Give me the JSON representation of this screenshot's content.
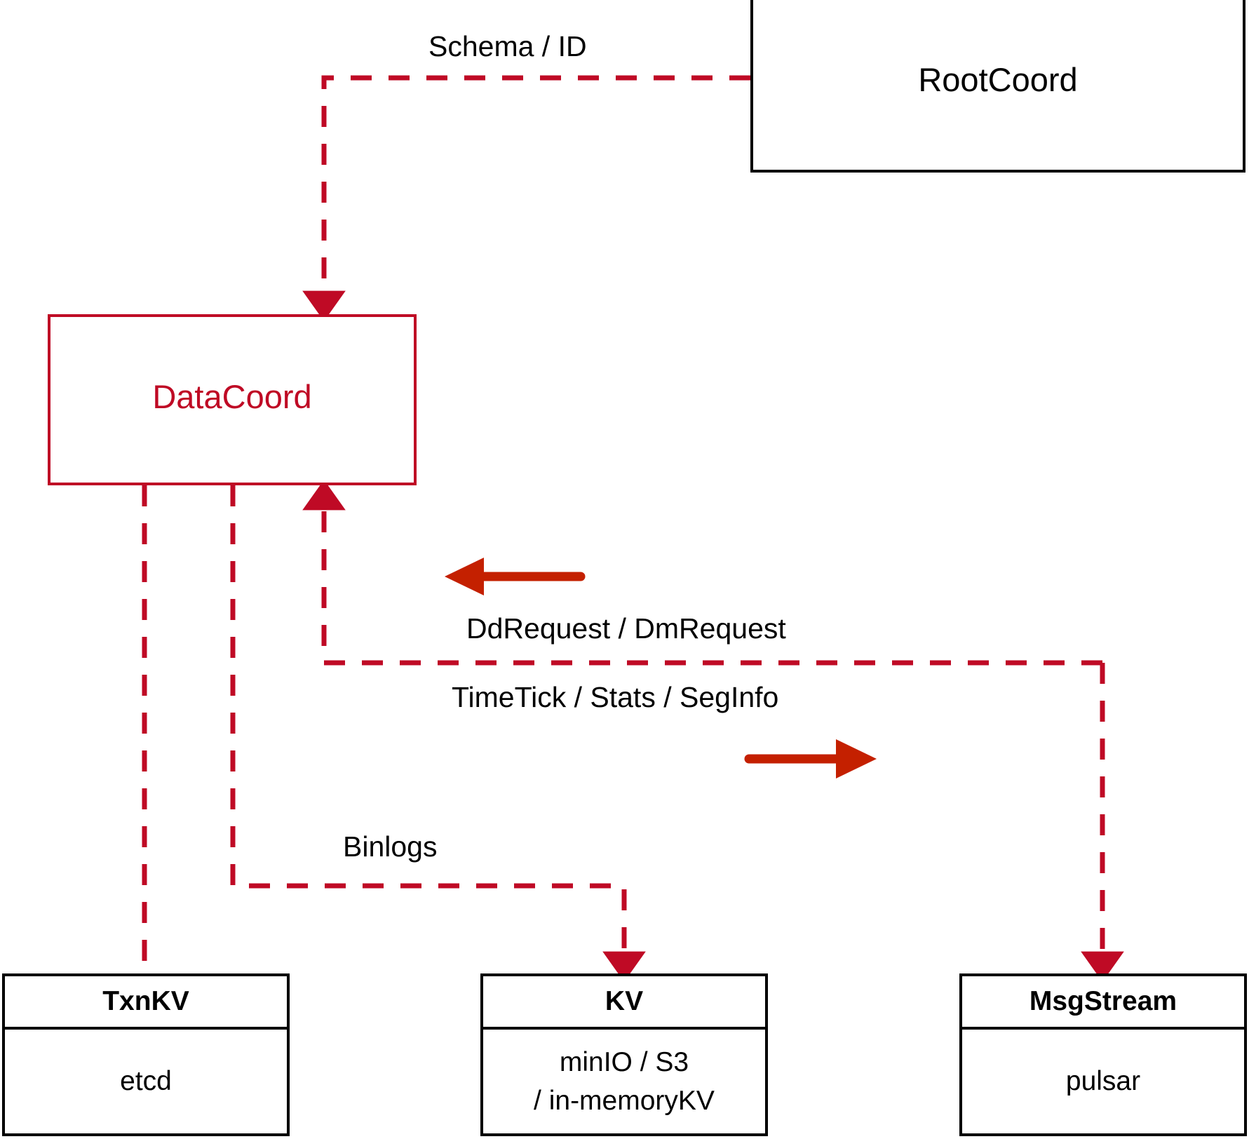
{
  "diagram": {
    "title": "DataCoord component interaction diagram",
    "colors": {
      "accent": "#BF0A25",
      "arrow_solid": "#C42000",
      "outline": "#000000",
      "background": "#FFFFFF"
    },
    "nodes": {
      "rootcoord": {
        "label": "RootCoord"
      },
      "datacoord": {
        "label": "DataCoord"
      },
      "txnkv": {
        "title": "TxnKV",
        "impl_line1": "etcd",
        "impl_line2": ""
      },
      "kv": {
        "title": "KV",
        "impl_line1": "minIO / S3",
        "impl_line2": "/ in-memoryKV"
      },
      "msgstream": {
        "title": "MsgStream",
        "impl_line1": "pulsar",
        "impl_line2": ""
      }
    },
    "edge_labels": {
      "schema_id": "Schema / ID",
      "dd_dm_request": "DdRequest / DmRequest",
      "timetick_stats_seginfo": "TimeTick / Stats / SegInfo",
      "binlogs": "Binlogs"
    },
    "edges": [
      {
        "name": "rootcoord-to-datacoord",
        "label": "Schema / ID",
        "from": "RootCoord",
        "to": "DataCoord",
        "style": "dashed",
        "direction": "to-datacoord"
      },
      {
        "name": "msgstream-to-datacoord",
        "label": "DdRequest / DmRequest",
        "from": "MsgStream",
        "to": "DataCoord",
        "style": "dashed",
        "direction": "inbound"
      },
      {
        "name": "datacoord-to-msgstream",
        "label": "TimeTick / Stats / SegInfo",
        "from": "DataCoord",
        "to": "MsgStream",
        "style": "dashed",
        "direction": "outbound"
      },
      {
        "name": "datacoord-to-kv",
        "label": "Binlogs",
        "from": "DataCoord",
        "to": "KV",
        "style": "dashed",
        "direction": "outbound"
      },
      {
        "name": "datacoord-to-txnkv",
        "label": "",
        "from": "DataCoord",
        "to": "TxnKV",
        "style": "dashed",
        "direction": "outbound"
      }
    ]
  }
}
